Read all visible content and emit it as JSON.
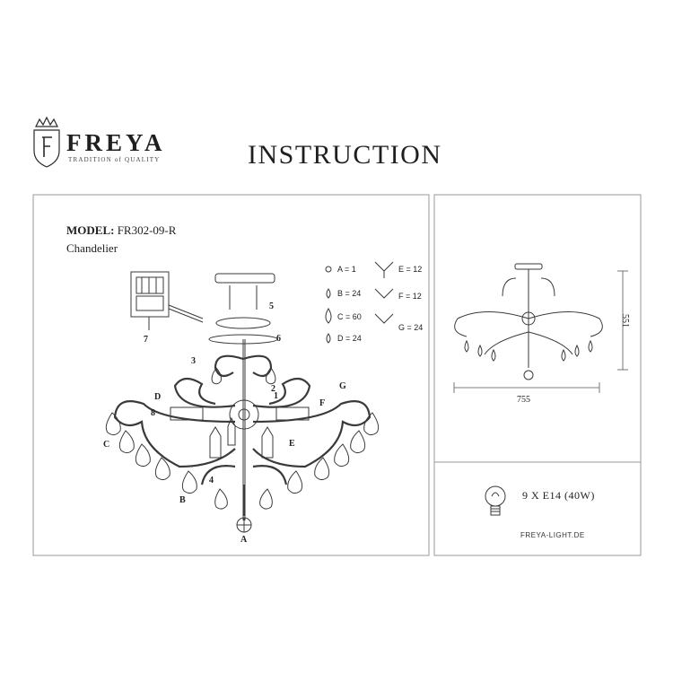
{
  "brand": {
    "name": "FREYA",
    "tagline": "TRADITION of QUALITY"
  },
  "title": "INSTRUCTION",
  "model": {
    "prefix": "MODEL:",
    "code": "FR302-09-R",
    "type": "Chandelier"
  },
  "legend": [
    {
      "label": "A = 1"
    },
    {
      "label": "B = 24"
    },
    {
      "label": "C = 60"
    },
    {
      "label": "D = 24"
    },
    {
      "label": "E = 12"
    },
    {
      "label": "F = 12"
    },
    {
      "label": "G = 24"
    }
  ],
  "step_numbers": [
    "1",
    "2",
    "3",
    "4",
    "5",
    "6",
    "7",
    "8"
  ],
  "part_letters": [
    "A",
    "B",
    "C",
    "D",
    "E",
    "F",
    "G"
  ],
  "dimensions": {
    "width": "755",
    "height": "551"
  },
  "lamp": {
    "spec": "9 X E14 (40W)"
  },
  "website": "FREYA-LIGHT.DE",
  "colors": {
    "line": "#3a3a3a",
    "frame": "#9a9a9a",
    "text": "#222222"
  }
}
